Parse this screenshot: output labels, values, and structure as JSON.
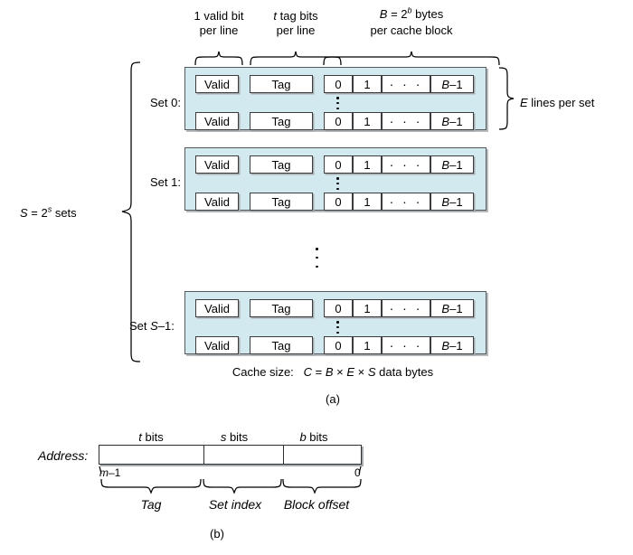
{
  "figure": {
    "part_a_label": "(a)",
    "part_b_label": "(b)",
    "headers": [
      {
        "line1": "1 valid bit",
        "line2": "per line"
      },
      {
        "line1_italic": "t",
        "line1_rest": " tag bits",
        "line2": "per line"
      },
      {
        "line1_italic": "B",
        "line1_eq": " = 2",
        "line1_sup": "b",
        "line1_rest": " bytes",
        "line2": "per cache block"
      }
    ],
    "left_brace_label": {
      "italic1": "S",
      "eq": " = 2",
      "sup": "s",
      "rest": " sets"
    },
    "right_brace_label": {
      "italic1": "E",
      "rest": " lines per set"
    },
    "set_labels": [
      "Set 0:",
      "Set 1:",
      "Set S–1:"
    ],
    "set_label_italic_part": "S",
    "line_cells": {
      "valid": "Valid",
      "tag": "Tag",
      "byte0": "0",
      "byte1": "1",
      "ellipsis": "· · ·",
      "byte_last_italic": "B",
      "byte_last_rest": "–1"
    },
    "cache_size": {
      "label": "Cache size:",
      "formula_c": "C",
      "formula_eq": " = ",
      "formula_b": "B",
      "times1": " × ",
      "formula_e": "E",
      "times2": " × ",
      "formula_s": "S",
      "formula_tail": " data bytes"
    },
    "address": {
      "label": "Address:",
      "field_headers": [
        {
          "italic": "t",
          "rest": " bits"
        },
        {
          "italic": "s",
          "rest": " bits"
        },
        {
          "italic": "b",
          "rest": " bits"
        }
      ],
      "msb_italic": "m",
      "msb_rest": "–1",
      "lsb": "0",
      "brace_labels": [
        "Tag",
        "Set index",
        "Block offset"
      ]
    },
    "colors": {
      "set_panel_fill": "#d3e9f0",
      "set_panel_border": "#55595c",
      "cell_fill": "#ffffff",
      "cell_border": "#3a3d3f",
      "shadow": "#a8abad",
      "text": "#000000",
      "background": "#ffffff"
    }
  }
}
